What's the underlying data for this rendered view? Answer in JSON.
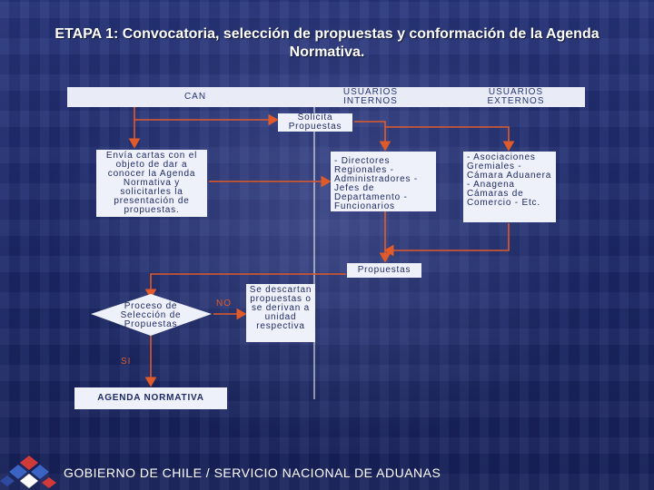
{
  "slide": {
    "title": "ETAPA 1: Convocatoria, selección de propuestas y conformación de la Agenda Normativa.",
    "footer": "GOBIERNO DE CHILE / SERVICIO NACIONAL DE ADUANAS"
  },
  "diagram": {
    "lanes": {
      "can": "CAN",
      "internos": "USUARIOS INTERNOS",
      "externos": "USUARIOS EXTERNOS"
    },
    "nodes": {
      "solicita": "Solicita Propuestas",
      "envia": "Envía cartas con el objeto de dar a conocer la Agenda Normativa y solicitarles la presentación de propuestas.",
      "internos": "- Directores Regionales -Administradores - Jefes de Departamento -Funcionarios",
      "externos": "- Asociaciones Gremiales - Cámara Aduanera - Anagena Cámaras de Comercio - Etc.",
      "propuestas": "Propuestas",
      "proceso": "Proceso de Selección de Propuestas",
      "descartan": "Se descartan propuestas o se derivan a unidad respectiva",
      "agenda": "AGENDA NORMATIVA"
    },
    "edges": {
      "no": "NO",
      "si": "SI"
    }
  },
  "colors": {
    "arrow": "#e05a2a",
    "box": "#eef1f9",
    "text": "#1f2a63"
  }
}
